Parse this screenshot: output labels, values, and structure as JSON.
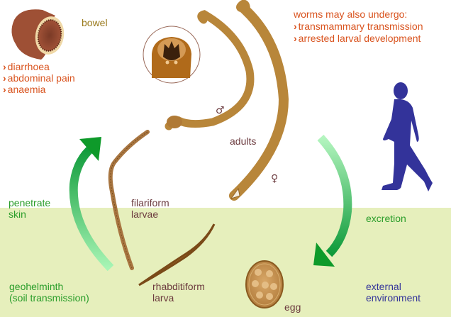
{
  "diagram": {
    "title": "Hookworm life cycle",
    "colors": {
      "soil_band": "#e6efbc",
      "worm_body": "#b8863a",
      "worm_edge": "#8a5a20",
      "arrow_green": "#1ea04a",
      "arrow_light": "#a8f0b0",
      "human": "#33339a",
      "symptom_text": "#d9531e",
      "bowel_text": "#9a7a1c",
      "stage_text": "#6b3a3e",
      "route_text": "#2a9d2a",
      "env_text": "#33339a"
    },
    "bowel": {
      "label": "bowel",
      "symptoms": [
        "diarrhoea",
        "abdominal pain",
        "anaemia"
      ]
    },
    "notes": {
      "heading": "worms may also undergo:",
      "items": [
        "transmammary transmission",
        "arrested larval development"
      ]
    },
    "stages": {
      "adults": "adults",
      "male_symbol": "♂",
      "female_symbol": "♀",
      "filariform": [
        "filariform",
        "larvae"
      ],
      "rhabditiform": [
        "rhabditiform",
        "larva"
      ],
      "egg": "egg"
    },
    "routes": {
      "penetrate": [
        "penetrate",
        "skin"
      ],
      "excretion": "excretion",
      "geohelminth": [
        "geohelminth",
        "(soil transmission)"
      ],
      "environment": [
        "external",
        "environment"
      ]
    }
  }
}
